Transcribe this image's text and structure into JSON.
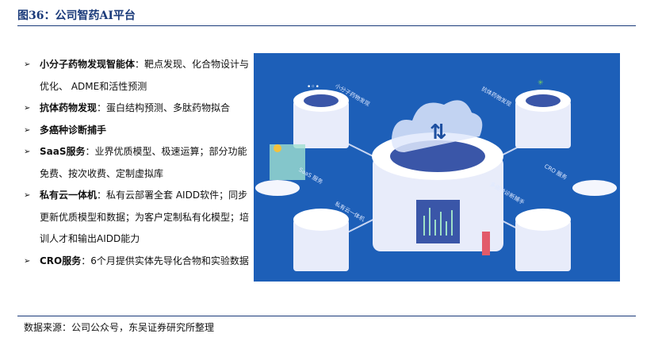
{
  "title": "图36：公司智药AI平台",
  "items": [
    {
      "head": "小分子药物发现智能体",
      "sep": "：",
      "body": "靶点发现、化合物设计与",
      "cont": "优化、 ADME和活性预测"
    },
    {
      "head": "抗体药物发现",
      "sep": "：",
      "body": "蛋白结构预测、多肽药物拟合"
    },
    {
      "head": "多癌种诊断捕手",
      "sep": "",
      "body": ""
    },
    {
      "head": "SaaS服务",
      "sep": "：",
      "body": "业界优质模型、极速运算；部分功能",
      "cont": "免费、按次收费、定制虚拟库"
    },
    {
      "head": "私有云一体机",
      "sep": "：",
      "body": "私有云部署全套 AIDD软件；同步",
      "cont": "更新优质模型和数据；为客户定制私有化模型；培",
      "cont2": "训人才和输出AIDD能力"
    },
    {
      "head": "CRO服务",
      "sep": "：",
      "body": "6个月提供实体先导化合物和实验数据"
    }
  ],
  "figure_labels": {
    "small_molecule": "小分子药物发现",
    "antibody": "抗体药物发现",
    "saas": "SaaS 服务",
    "private_cloud": "私有云一体机",
    "cro": "CRO 服务",
    "cancer": "多癌种诊断捕手"
  },
  "source": "数据来源：公司公众号，东吴证券研究所整理"
}
